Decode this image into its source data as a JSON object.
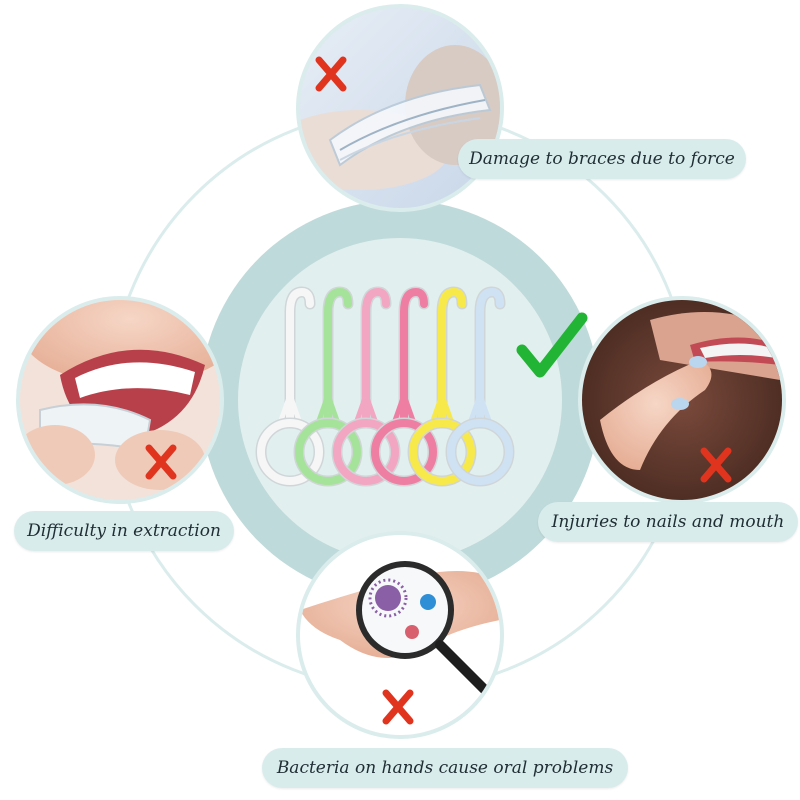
{
  "labels": {
    "top": "Damage to braces due to force",
    "left": "Difficulty in extraction",
    "right": "Injuries to nails and mouth",
    "bottom": "Bacteria on hands cause oral problems"
  },
  "colors": {
    "ring": "#dbecec",
    "center_disc": "#bfdada",
    "inner_disc": "#e2efef",
    "label_bg": "#d9ecec",
    "cross": "#e0341e",
    "check": "#22b435"
  },
  "tools": [
    {
      "name": "white",
      "color": "#f6f6f6"
    },
    {
      "name": "green",
      "color": "#a6e39a"
    },
    {
      "name": "pink",
      "color": "#f2a6c2"
    },
    {
      "name": "rose",
      "color": "#ee7fa3"
    },
    {
      "name": "yellow",
      "color": "#f7e94a"
    },
    {
      "name": "light-blue",
      "color": "#cfe2f4"
    }
  ],
  "icons": {
    "cross": "x-mark-icon",
    "check": "check-mark-icon",
    "magnifier": "magnifier-icon"
  }
}
